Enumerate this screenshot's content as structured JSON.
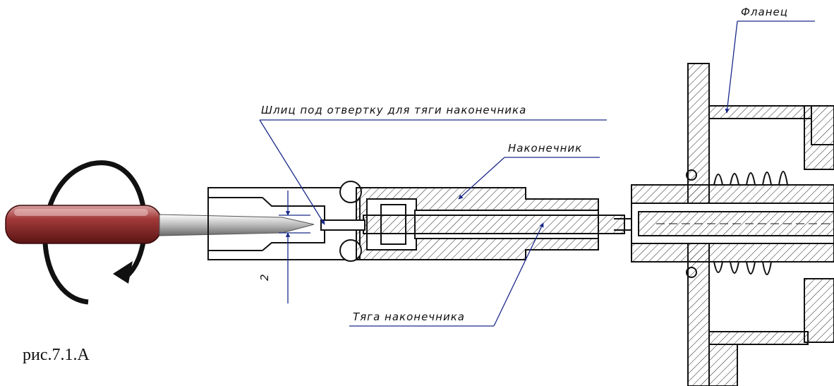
{
  "labels": {
    "flange": "Фланец",
    "screwdriver_slot": "Шлиц под отвертку для тяги наконечника",
    "tip": "Наконечник",
    "tip_rod": "Тяга наконечника",
    "dimension": "2"
  },
  "caption": "рис.7.1.А",
  "colors": {
    "line": "#111111",
    "leader": "#1a2a8a",
    "handle": "#8b2a2a",
    "shaft": "#b8b8b8"
  },
  "icons": {
    "rotation": "rotation-arrow-icon",
    "tool": "screwdriver-icon"
  }
}
